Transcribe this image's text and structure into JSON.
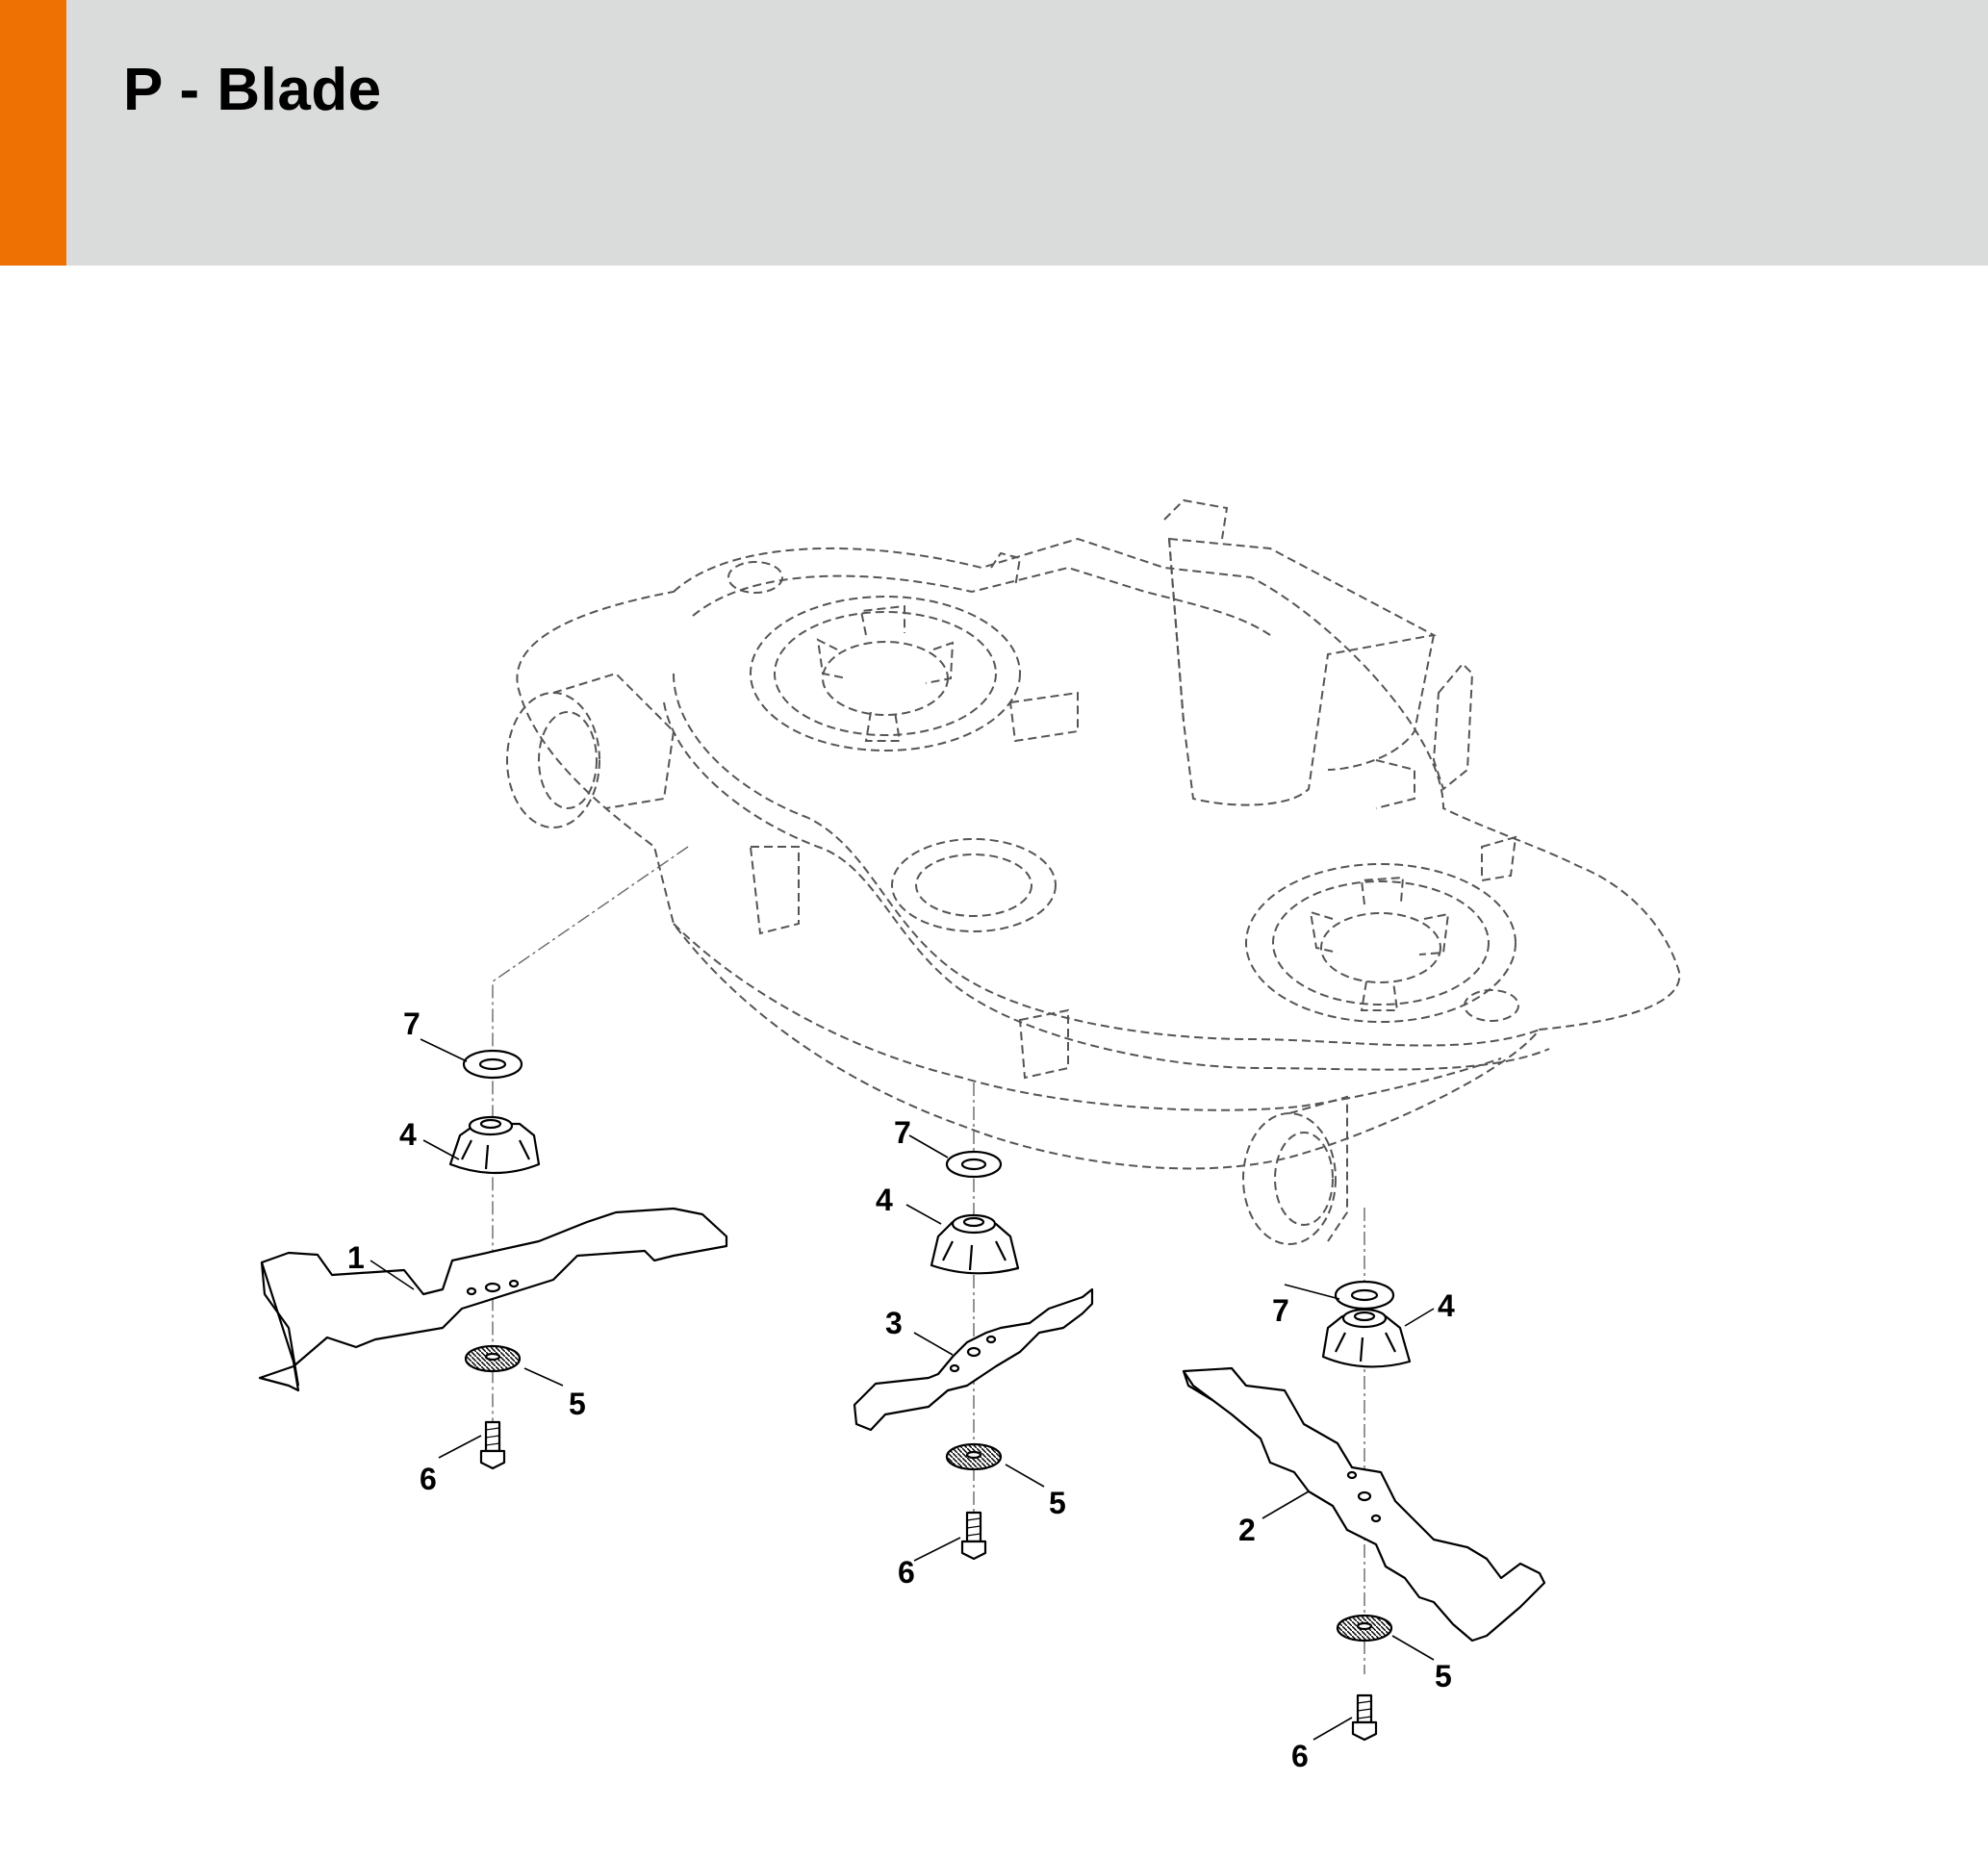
{
  "header": {
    "title": "P - Blade",
    "accent_color": "#ee7203",
    "band_color": "#dadbdb"
  },
  "diagram": {
    "subject": "mower deck (dashed outline) with three blade assemblies",
    "callouts": [
      {
        "label": "7",
        "part": "washer"
      },
      {
        "label": "4",
        "part": "blade hub"
      },
      {
        "label": "1",
        "part": "blade"
      },
      {
        "label": "5",
        "part": "spring washer"
      },
      {
        "label": "6",
        "part": "bolt"
      },
      {
        "label": "7",
        "part": "washer"
      },
      {
        "label": "4",
        "part": "blade hub"
      },
      {
        "label": "3",
        "part": "blade"
      },
      {
        "label": "5",
        "part": "spring washer"
      },
      {
        "label": "6",
        "part": "bolt"
      },
      {
        "label": "7",
        "part": "washer"
      },
      {
        "label": "4",
        "part": "blade hub"
      },
      {
        "label": "2",
        "part": "blade"
      },
      {
        "label": "5",
        "part": "spring washer"
      },
      {
        "label": "6",
        "part": "bolt"
      }
    ]
  }
}
